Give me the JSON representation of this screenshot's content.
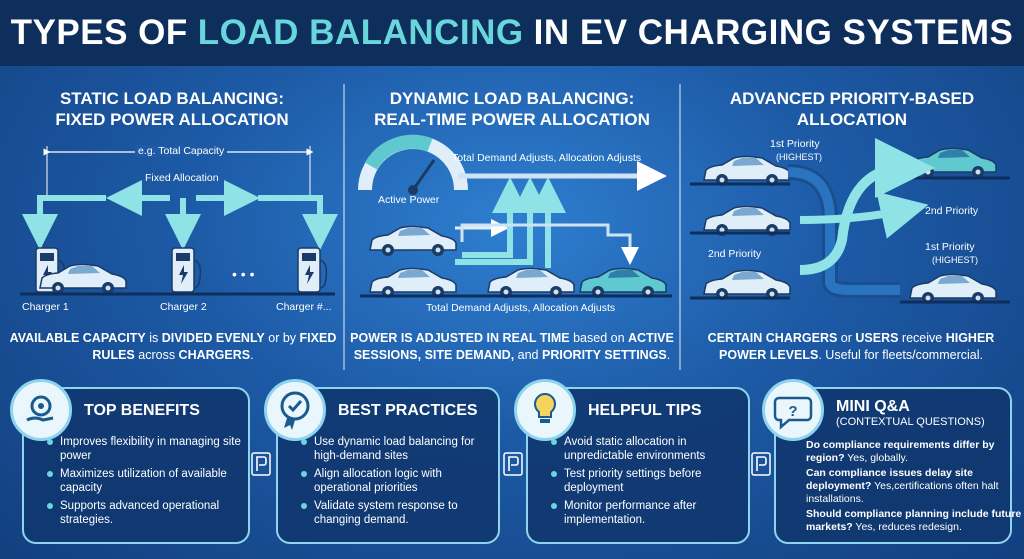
{
  "header": {
    "title_pre": "TYPES OF",
    "title_accent": "LOAD BALANCING",
    "title_post": "IN EV CHARGING SYSTEMS"
  },
  "colors": {
    "accent": "#69d6dc",
    "header_bg": "#0e2e5c",
    "car": "#dfeef8",
    "car_teal": "#5fc9cf"
  },
  "sections": [
    {
      "title_l1": "Static Load Balancing:",
      "title_l2": "Fixed Power Allocation",
      "labels": {
        "total": "e.g. Total Capacity",
        "fixed": "Fixed Allocation",
        "charger1": "Charger 1",
        "charger2": "Charger 2",
        "chargern": "Charger #...",
        "dots": "• • •"
      },
      "desc": {
        "b1": "AVAILABLE CAPACITY",
        "t1": " is ",
        "b2": "DIVIDED EVENLY",
        "t2": " or by ",
        "b3": "FIXED RULES",
        "t3": " across ",
        "b4": "CHARGERS",
        "t4": "."
      }
    },
    {
      "title_l1": "Dynamic Load Balancing:",
      "title_l2": "Real-Time Power Allocation",
      "labels": {
        "top": "Total Demand Adjusts, Allocation Adjusts",
        "bottom": "Total Demand Adjusts, Allocation Adjusts",
        "gauge": "Active Power"
      },
      "desc": {
        "b1": "POWER IS ADJUSTED IN REAL TIME",
        "t1": " based on ",
        "b2": "ACTIVE SESSIONS, SITE DEMAND,",
        "t2": " and ",
        "b3": "PRIORITY SETTINGS",
        "t3": "."
      }
    },
    {
      "title_l1": "Advanced Priority-Based",
      "title_l2": "Allocation",
      "labels": {
        "p1_top": "1st Priority",
        "p1_top_sub": "(HIGHEST)",
        "p2_right": "2nd Priority",
        "p2_left": "2nd Priority",
        "p1_right": "1st Priority",
        "p1_right_sub": "(HIGHEST)"
      },
      "desc": {
        "b1": "CERTAIN CHARGERS",
        "t1": " or ",
        "b2": "USERS",
        "t2": " receive ",
        "b3": "HIGHER POWER LEVELS",
        "t3": ". Useful for fleets/commercial."
      }
    }
  ],
  "cards": [
    {
      "title": "Top Benefits",
      "icon": "gear-hand-icon",
      "items": [
        "Improves flexibility in managing site power",
        "Maximizes utilization of available capacity",
        "Supports advanced operational strategies."
      ]
    },
    {
      "title": "Best Practices",
      "icon": "award-check-icon",
      "items": [
        "Use dynamic load balancing for high-demand sites",
        "Align allocation logic with operational priorities",
        "Validate system response to changing demand."
      ]
    },
    {
      "title": "Helpful Tips",
      "icon": "lightbulb-icon",
      "items": [
        "Avoid static allocation in unpredictable environments",
        "Test priority settings before deployment",
        "Monitor performance after implementation."
      ]
    },
    {
      "title": "Mini Q&A",
      "subtitle": "(CONTEXTUAL QUESTIONS)",
      "icon": "question-bubble-icon",
      "qa": [
        {
          "q": "Do compliance requirements differ by region?",
          "a": " Yes, globally."
        },
        {
          "q": "Can compliance issues delay site deployment?",
          "a": " Yes,certifications often halt installations."
        },
        {
          "q": "Should compliance planning include future markets?",
          "a": " Yes, reduces redesign."
        }
      ]
    }
  ]
}
